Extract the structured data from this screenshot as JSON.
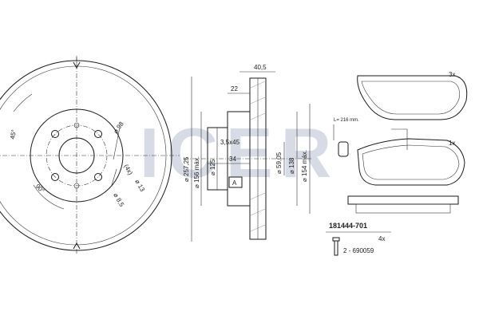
{
  "watermark": {
    "text": "ICER",
    "color": "#d7dbe6"
  },
  "front_view": {
    "angle_top": "45°",
    "angle_bottom": "90°",
    "hole_dia": "⌀ 98",
    "thread": "(4x)",
    "thread_dia": "⌀ 13",
    "pcd": "⌀ 8,5"
  },
  "side_view": {
    "total_width": "40,5",
    "hat_depth": "22",
    "chamfer": "3,5x45",
    "hub_height": "34",
    "reference_a": "A",
    "dia_outer": "⌀ 257,25",
    "dia_min_thickness": "⌀ 156 máx.",
    "dia_125": "⌀ 125",
    "dia_59": "⌀ 59,05",
    "dia_138": "⌀ 138",
    "dia_154": "⌀ 154 máx."
  },
  "pads": {
    "qty_top": "3x",
    "qty_bottom": "1x",
    "wear_sensor": "L= 216 mm."
  },
  "kit": {
    "code": "181444-701",
    "bolt_qty": "4x",
    "bolt_ref": "2 - 690059"
  }
}
